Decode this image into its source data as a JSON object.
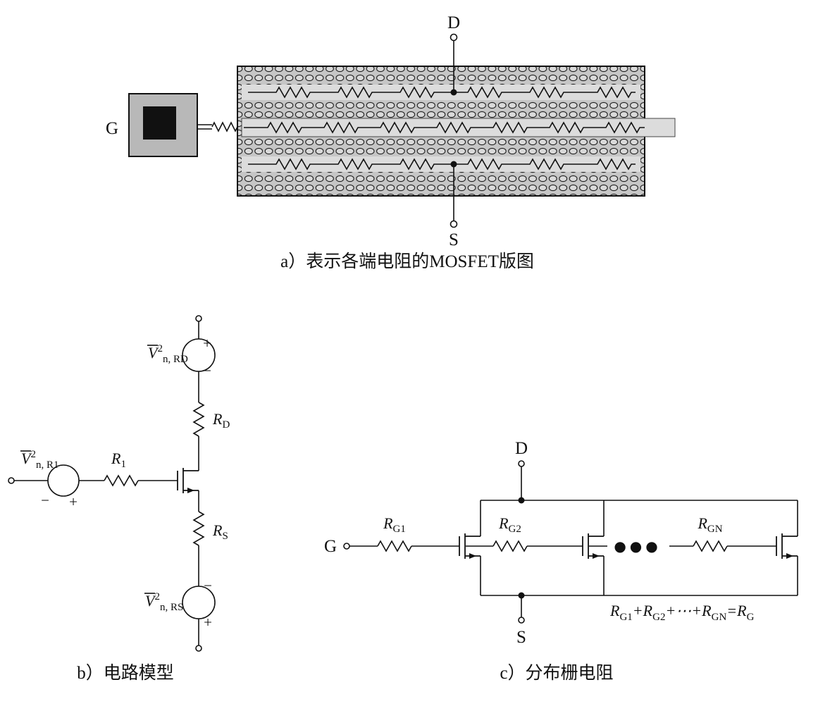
{
  "panel_a": {
    "caption": "a）表示各端电阻的MOSFET版图",
    "terminal_d": "D",
    "terminal_g": "G",
    "terminal_s": "S"
  },
  "panel_b": {
    "caption": "b）电路模型",
    "noise_rd": {
      "base": "V",
      "sup": "2",
      "sub": "n, RD"
    },
    "noise_r1": {
      "base": "V",
      "sup": "2",
      "sub": "n, R1"
    },
    "noise_rs": {
      "base": "V",
      "sup": "2",
      "sub": "n, RS"
    },
    "res_d": {
      "base": "R",
      "sub": "D"
    },
    "res_1": {
      "base": "R",
      "sub": "1"
    },
    "res_s": {
      "base": "R",
      "sub": "S"
    },
    "plus": "+",
    "minus": "−"
  },
  "panel_c": {
    "caption": "c）分布栅电阻",
    "terminal_d": "D",
    "terminal_g": "G",
    "terminal_s": "S",
    "res_g1": {
      "base": "R",
      "sub": "G1"
    },
    "res_g2": {
      "base": "R",
      "sub": "G2"
    },
    "res_gn": {
      "base": "R",
      "sub": "GN"
    },
    "ellipsis": "●●●",
    "equation": [
      "R",
      "G1",
      "+",
      "R",
      "G2",
      "+⋯+",
      "R",
      "GN",
      "=",
      "R",
      "G"
    ]
  }
}
